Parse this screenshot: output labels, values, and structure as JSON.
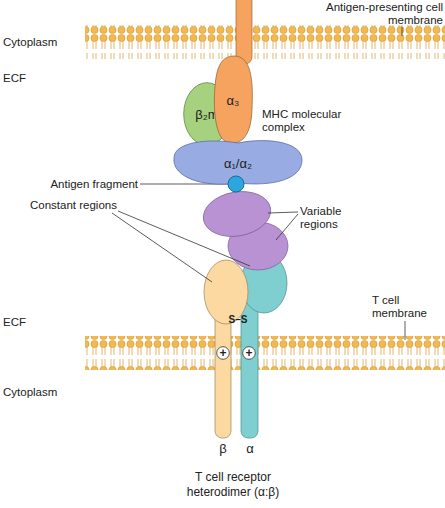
{
  "diagram": {
    "caption": "T cell receptor heterodimer (α:β)",
    "nodes": [
      {
        "text": [
          "β₂m"
        ]
      },
      {
        "text": [
          "α₃"
        ]
      },
      {
        "text": [
          "α₁/α₂"
        ]
      },
      {
        "text": [
          "+"
        ]
      },
      {
        "text": [
          "+"
        ]
      }
    ],
    "labels": [
      "Antigen-presenting cell membrane",
      "Cytoplasm",
      "ECF",
      "MHC molecular complex",
      "Antigen fragment",
      "Variable regions",
      "Constant regions",
      "S–S",
      "ECF",
      "T cell membrane",
      "Cytoplasm",
      "β",
      "α"
    ]
  }
}
